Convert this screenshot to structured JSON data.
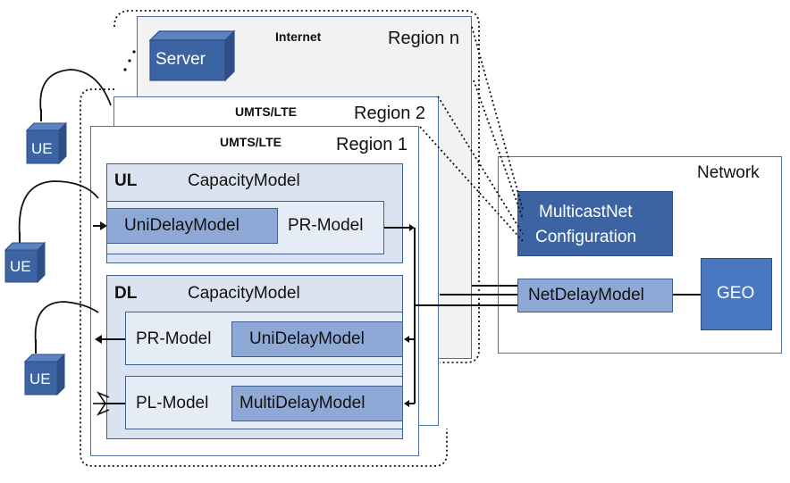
{
  "regions": {
    "region_n": {
      "title": "Region n",
      "subtitle": "Internet"
    },
    "region_2": {
      "title": "Region 2",
      "subtitle": "UMTS/LTE"
    },
    "region_1": {
      "title": "Region 1",
      "subtitle": "UMTS/LTE"
    }
  },
  "server": {
    "label": "Server"
  },
  "ue": {
    "label": "UE"
  },
  "ul": {
    "title": "UL",
    "capacity": "CapacityModel",
    "uni_delay": "UniDelayModel",
    "pr_model": "PR-Model"
  },
  "dl": {
    "title": "DL",
    "capacity": "CapacityModel",
    "pr_model": "PR-Model",
    "uni_delay": "UniDelayModel",
    "pl_model": "PL-Model",
    "multi_delay": "MultiDelayModel"
  },
  "network": {
    "title": "Network",
    "multicast_line1": "MulticastNet",
    "multicast_line2": "Configuration",
    "net_delay": "NetDelayModel",
    "geo": "GEO"
  },
  "colors": {
    "dark_box": "#3c64a3",
    "model_box": "#8ea9d6",
    "panel": "#dbe3f1",
    "region_n_fill": "#f2f2f2",
    "border": "#3f5f8f"
  }
}
